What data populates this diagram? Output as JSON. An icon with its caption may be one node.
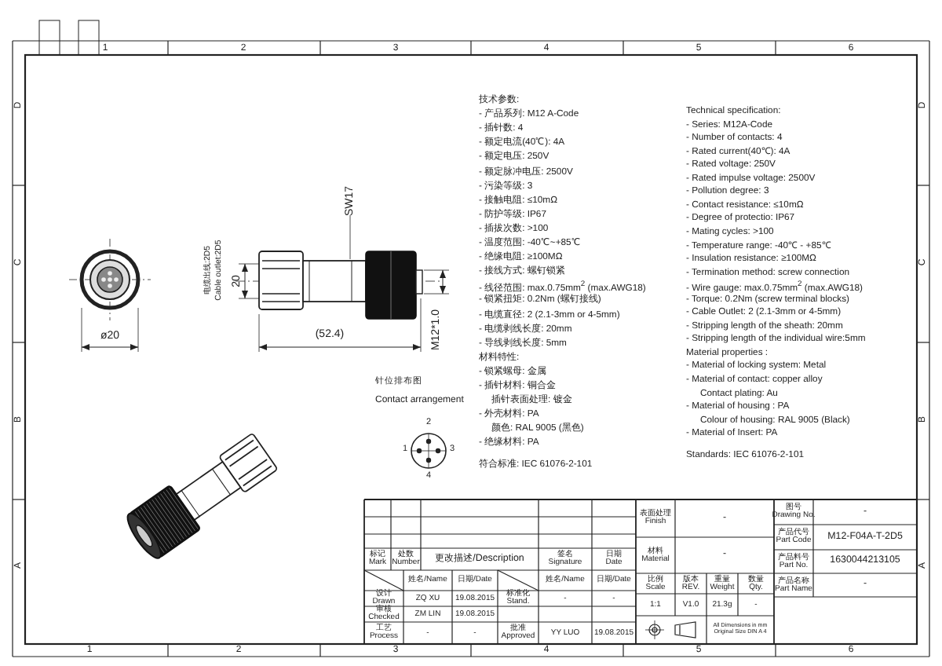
{
  "diagram": {
    "labels": [
      "1",
      "2",
      "3",
      "4",
      "5",
      "6",
      "D",
      "C",
      "B",
      "A",
      "D",
      "C",
      "B",
      "A",
      "1",
      "2",
      "3",
      "4",
      "5",
      "6",
      "电缆出线:2D5",
      "Cable outlet:2D5",
      "SW17",
      "20",
      "ø20",
      "(52.4)",
      "M12*1.0",
      "针位排布图",
      "Contact arrangement",
      "2",
      "1",
      "3",
      "4",
      "技术参数:",
      "- 产品系列: M12 A-Code",
      "- 插针数: 4",
      "- 额定电流(40℃): 4A",
      "- 额定电压: 250V",
      "- 额定脉冲电压: 2500V",
      "- 污染等级: 3",
      "- 接触电阻: ≤10mΩ",
      "- 防护等级: IP67",
      "- 插拔次数: >100",
      "- 温度范围: -40℃~+85℃",
      "- 绝缘电阻: ≥100MΩ",
      "- 接线方式: 螺钉锁紧",
      "- 线径范围: max.0.75mm$^{2}$ (max.AWG18)",
      "- 锁紧扭矩: 0.2Nm (螺钉接线)",
      "- 电缆直径: 2 (2.1-3mm or 4-5mm)",
      "- 电缆剥线长度: 20mm",
      "- 导线剥线长度: 5mm",
      "材料特性:",
      "- 锁紧螺母: 金属",
      "- 插针材料: 铜合金",
      "插针表面处理: 镀金",
      "- 外壳材料: PA",
      "颜色: RAL 9005 (黑色)",
      "- 绝缘材料: PA",
      "符合标准: IEC 61076-2-101",
      "Technical specification:",
      "- Series: M12A-Code",
      "- Number of contacts: 4",
      "- Rated current(40℃): 4A",
      "- Rated voltage: 250V",
      "- Rated impulse voltage: 2500V",
      "- Pollution degree: 3",
      "- Contact resistance: ≤10mΩ",
      "- Degree of protectio: IP67",
      "- Mating cycles: >100",
      "- Temperature range: -40℃ - +85℃",
      "- Insulation resistance: ≥100MΩ",
      "- Termination method: screw connection",
      "- Wire gauge: max.0.75mm$^{2}$ (max.AWG18)",
      "- Torque: 0.2Nm (screw terminal blocks)",
      "- Cable Outlet: 2 (2.1-3mm or 4-5mm)",
      "- Stripping length of the sheath: 20mm",
      "- Stripping length of the individual wire:5mm",
      "Material properties :",
      "- Material of locking system: Metal",
      "- Material of contact: copper alloy",
      "Contact plating: Au",
      "- Material of housing : PA",
      "Colour of housing: RAL 9005 (Black)",
      "- Material of Insert: PA",
      "Standards: IEC 61076-2-101",
      "标记 Mark",
      "处数 Number",
      "更改描述/Description",
      "签名 Signature",
      "日期 Date",
      "姓名/Name",
      "日期/Date",
      "姓名/Name",
      "日期/Date",
      "设计 Drawn",
      "ZQ XU",
      "19.08.2015",
      "标准化 Stand.",
      "-",
      "-",
      "审核 Checked",
      "ZM LIN",
      "19.08.2015",
      "工艺 Process",
      "-",
      "-",
      "批准 Approved",
      "YY LUO",
      "19.08.2015",
      "表面处理 Finish",
      "-",
      "材料 Material",
      "-",
      "比例 Scale",
      "版本 REV.",
      "重量 Weight",
      "数量 Qty.",
      "1:1",
      "V1.0",
      "21.3g",
      "-",
      "All Dimensions in mm Original Size DIN A 4",
      "图号 Drawing No.",
      "-",
      "产品代号 Part Code",
      "M12-F04A-T-2D5",
      "产品料号 Part No.",
      "1630044213105",
      "产品名称 Part Name",
      "-"
    ]
  }
}
